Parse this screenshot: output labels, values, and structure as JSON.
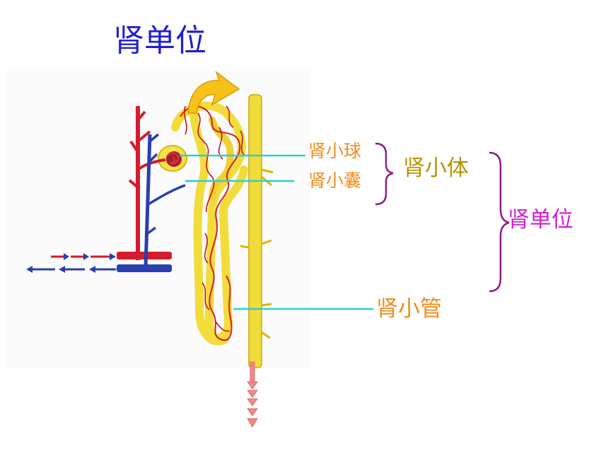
{
  "title": "肾单位",
  "labels": {
    "glomerulus": "肾小球",
    "capsule": "肾小囊",
    "renal_corpuscle": "肾小体",
    "nephron": "肾单位",
    "renal_tubule": "肾小管"
  },
  "colors": {
    "title": "#1f1fd2",
    "label_orange": "#f08c1e",
    "label_olive": "#b49400",
    "label_magenta": "#d21ed2",
    "leader_line": "#2ccfcf",
    "bracket": "#8c1e8c",
    "artery": "#d41c2c",
    "vein": "#2a3fb0",
    "tubule": "#f2dc3a",
    "arrow_yellow": "#f6c21a",
    "urine_arrow": "#f08a8a"
  }
}
